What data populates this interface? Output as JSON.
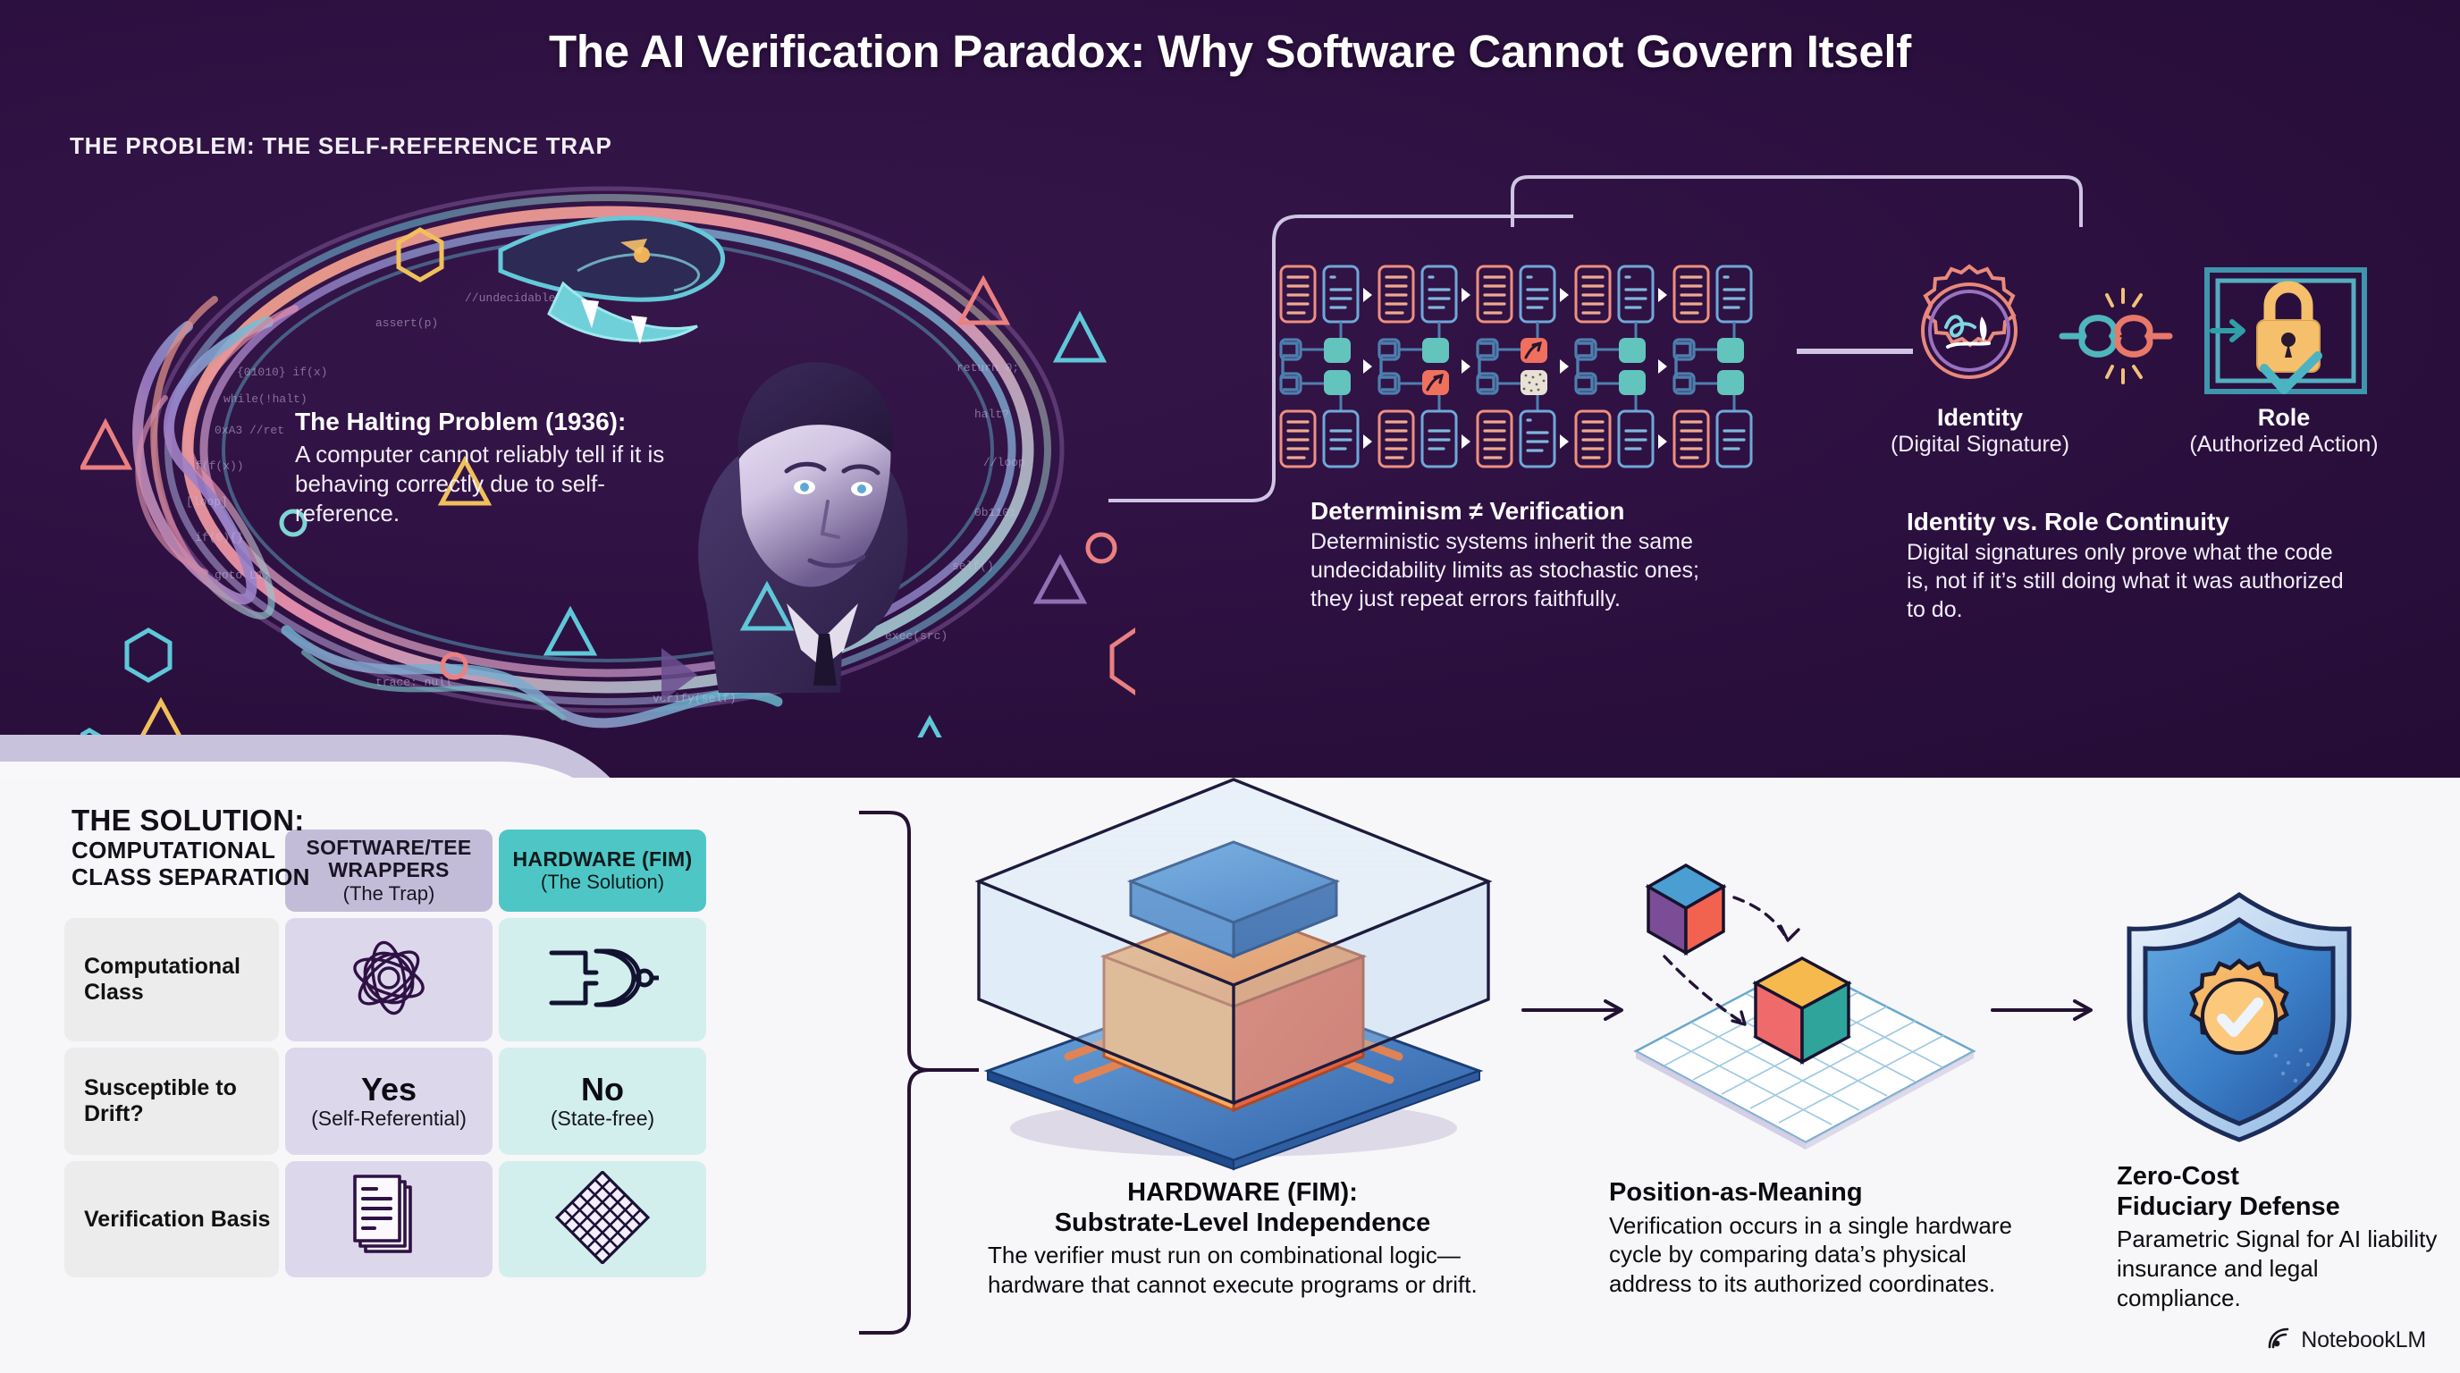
{
  "header": {
    "title": "The AI Verification Paradox: Why Software Cannot Govern Itself",
    "kicker": "THE PROBLEM: THE SELF-REFERENCE TRAP"
  },
  "problem": {
    "halting": {
      "heading": "The Halting Problem (1936):",
      "body": "A computer cannot reliably tell if it is behaving correctly due to self-reference.",
      "art_name": "ouroboros-turing-portrait"
    },
    "determinism": {
      "heading": "Determinism ≠ Verification",
      "body": "Deterministic systems inherit the same undecidability limits as stochastic ones; they just repeat errors faithfully.",
      "art_name": "deterministic-pipeline-diagram"
    },
    "identity_role": {
      "left_label": "Identity",
      "left_sub": "(Digital Signature)",
      "right_label": "Role",
      "right_sub": "(Authorized Action)",
      "heading": "Identity vs. Role Continuity",
      "body": "Digital signatures only prove what the code is, not if it’s still doing what it was authorized to do."
    }
  },
  "solution": {
    "title_line1": "THE SOLUTION:",
    "title_line2": "COMPUTATIONAL",
    "title_line3": "CLASS SEPARATION",
    "table": {
      "col_headers": [
        {
          "title": "SOFTWARE/TEE WRAPPERS",
          "sub": "(The Trap)"
        },
        {
          "title": "HARDWARE (FIM)",
          "sub": "(The Solution)"
        }
      ],
      "rows": [
        {
          "label": "Computational Class",
          "left": {
            "type": "icon",
            "icon": "tangled-knot-icon",
            "value": "",
            "sub": ""
          },
          "right": {
            "type": "icon",
            "icon": "nand-gate-icon",
            "value": "",
            "sub": ""
          }
        },
        {
          "label": "Susceptible to Drift?",
          "left": {
            "type": "text",
            "value": "Yes",
            "sub": "(Self-Referential)"
          },
          "right": {
            "type": "text",
            "value": "No",
            "sub": "(State-free)"
          }
        },
        {
          "label": "Verification Basis",
          "left": {
            "type": "icon",
            "icon": "stacked-documents-icon",
            "value": "",
            "sub": ""
          },
          "right": {
            "type": "icon",
            "icon": "gate-array-mesh-icon",
            "value": "",
            "sub": ""
          }
        }
      ]
    },
    "flow": [
      {
        "heading_line1": "HARDWARE (FIM):",
        "heading_line2": "Substrate-Level Independence",
        "body": "The verifier must run on combinational logic—hardware that cannot execute programs or drift.",
        "art_name": "isometric-chip-enclosure"
      },
      {
        "heading_line1": "Position-as-Meaning",
        "heading_line2": "",
        "body": "Verification occurs in a single hardware cycle by comparing data’s physical address to its authorized coordinates.",
        "art_name": "isometric-cube-on-grid"
      },
      {
        "heading_line1": "Zero-Cost",
        "heading_line2": "Fiduciary Defense",
        "body": "Parametric Signal for AI liability insurance and legal compliance.",
        "art_name": "shield-check-badge"
      }
    ]
  },
  "footer": {
    "brand": "NotebookLM",
    "logo_icon": "notebooklm-logo-icon"
  },
  "colors": {
    "dark_bg": "#2c1040",
    "light_bg": "#f7f6f9",
    "lavender_band": "#c9c2dc",
    "teal": "#4ec6c6",
    "purple_header": "#c3bcd8",
    "cell_purple": "#ddd7ec",
    "cell_teal": "#d2efed",
    "row_label": "#ececec",
    "orange": "#f2994a",
    "coral": "#ec7a6a",
    "ink": "#241233"
  }
}
